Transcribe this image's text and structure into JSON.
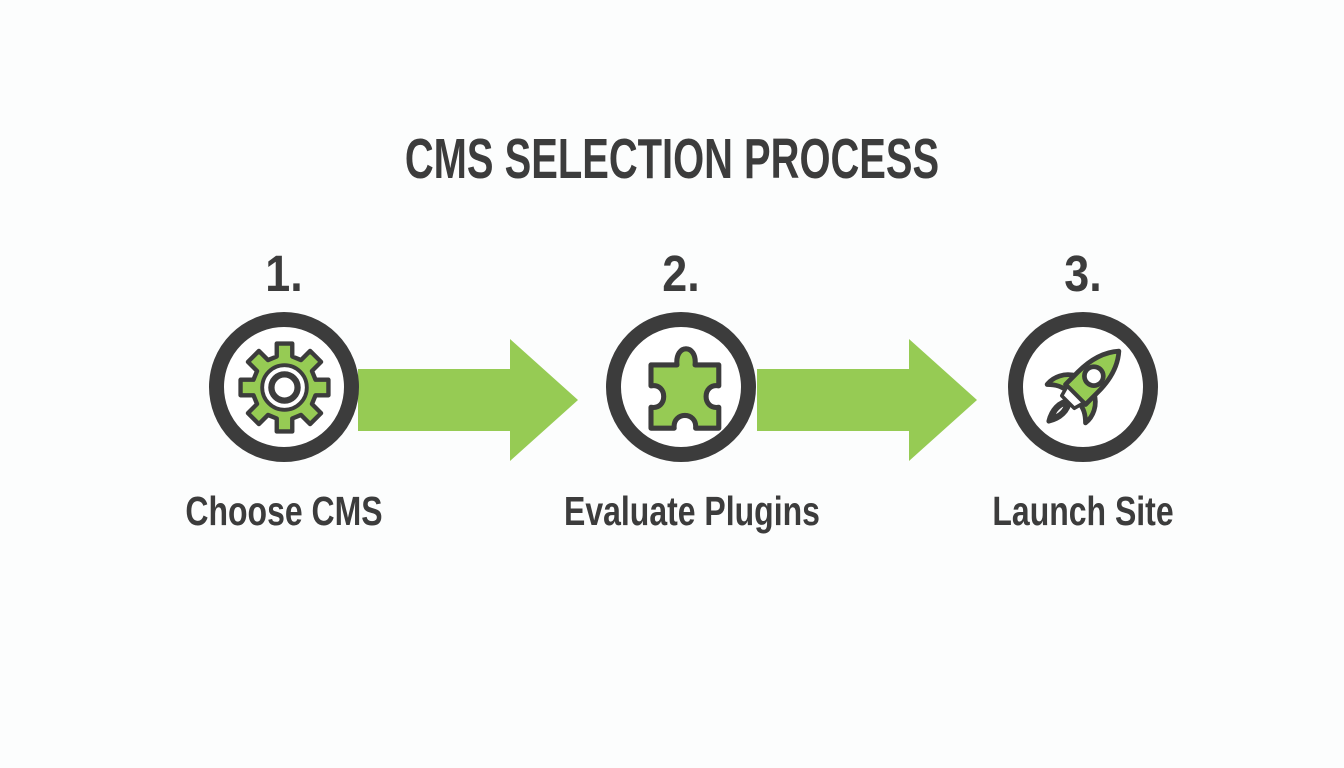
{
  "title": "CMS SELECTION PROCESS",
  "steps": [
    {
      "number": "1.",
      "label": "Choose CMS",
      "icon": "gear-icon"
    },
    {
      "number": "2.",
      "label": "Evaluate Plugins",
      "icon": "puzzle-piece-icon"
    },
    {
      "number": "3.",
      "label": "Launch Site",
      "icon": "rocket-icon"
    }
  ],
  "connectors": [
    {
      "type": "arrow-right"
    },
    {
      "type": "arrow-right"
    }
  ],
  "colors": {
    "accent_green": "#96CB54",
    "outline_dark": "#3C3C3C",
    "background": "#FCFDFD",
    "icon_fill_white": "#FFFFFF"
  }
}
